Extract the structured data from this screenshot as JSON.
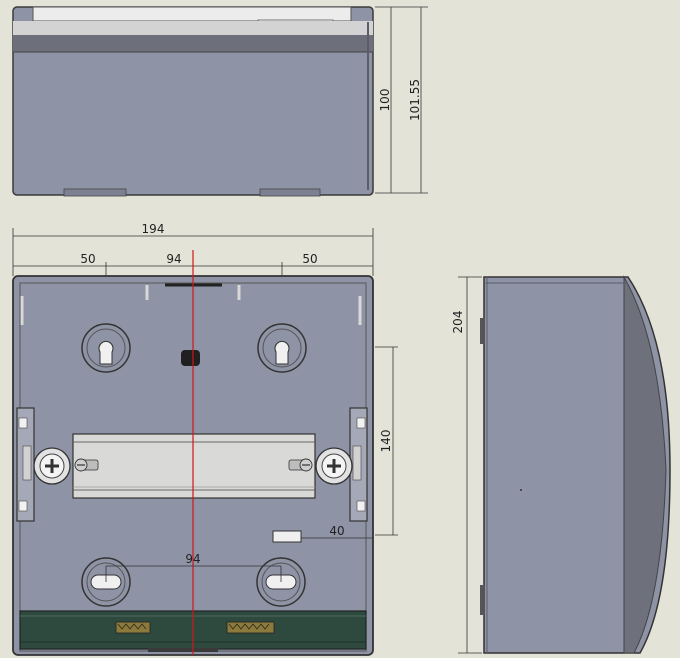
{
  "dimensions": {
    "top_view_height": "100",
    "top_view_total_height": "101.55",
    "front_width": "194",
    "left_offset": "50",
    "hole_spacing": "94",
    "right_offset": "50",
    "vertical_span": "140",
    "small_offset": "40",
    "bottom_hole_spacing": "94",
    "side_height": "204"
  },
  "colors": {
    "background": "#e4e3d8",
    "body": "#8f93a6",
    "outline": "#3a3a3a",
    "rail": "#d9d9d7",
    "terminal_bar": "#2e4a3f",
    "centerline": "#d01818"
  }
}
